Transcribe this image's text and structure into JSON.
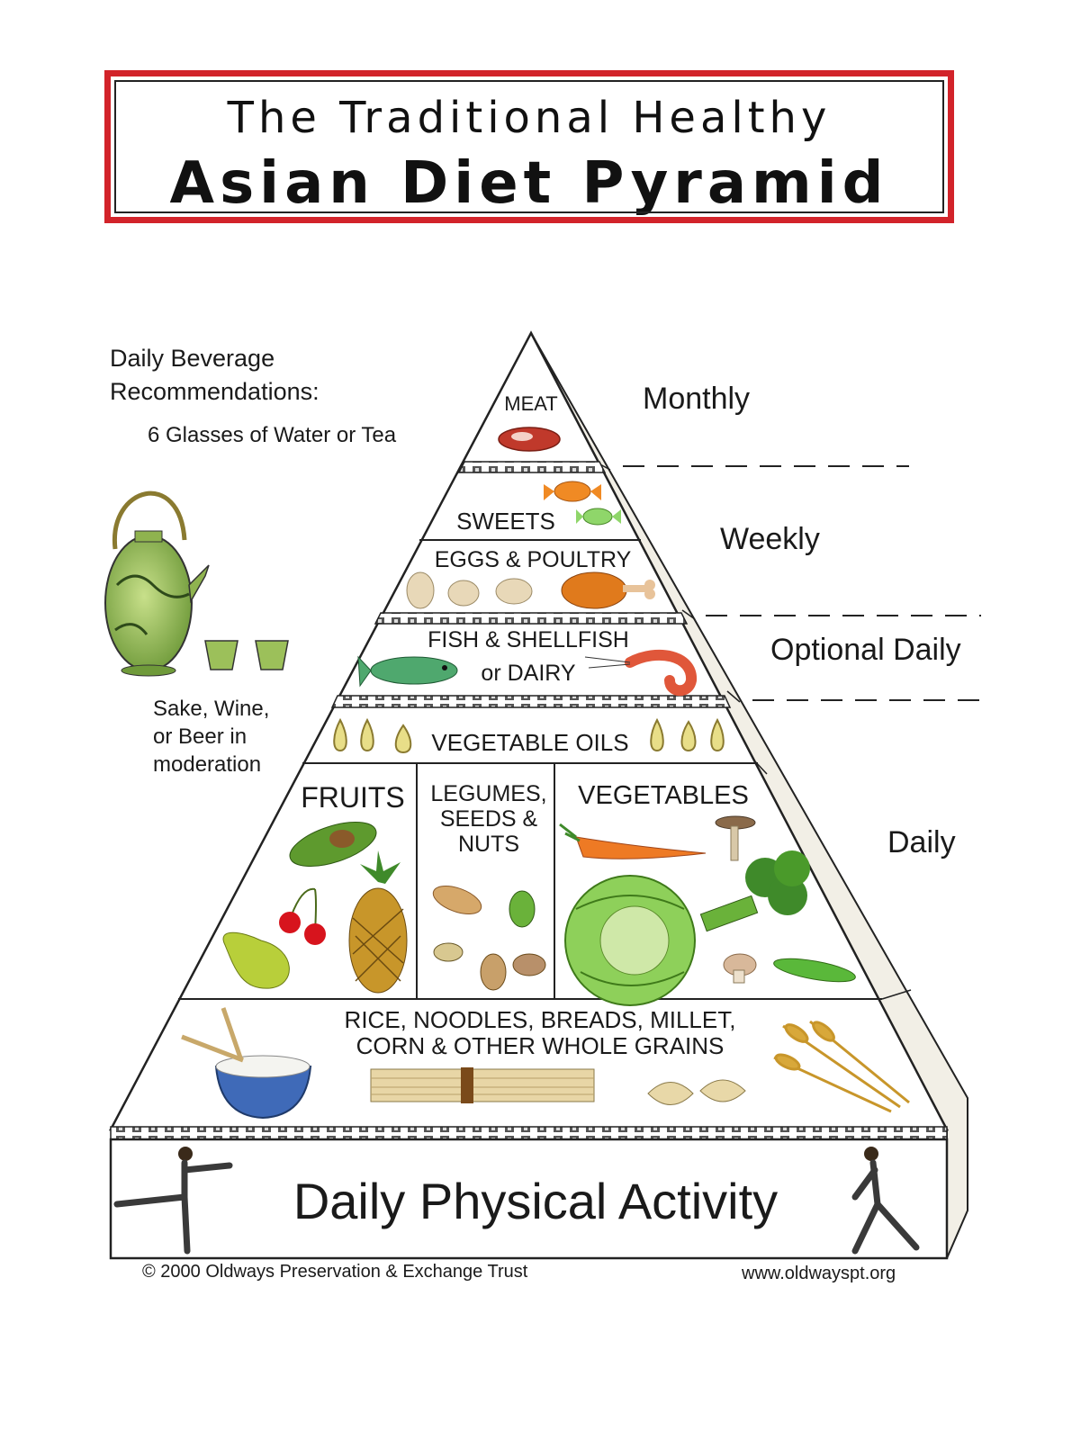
{
  "title": {
    "line1": "The Traditional Healthy",
    "line2": "Asian Diet Pyramid"
  },
  "beverage": {
    "heading_line1": "Daily Beverage",
    "heading_line2": "Recommendations:",
    "water": "6 Glasses of Water or Tea",
    "alcohol_line1": "Sake, Wine,",
    "alcohol_line2": "or Beer in",
    "alcohol_line3": "moderation"
  },
  "frequency": {
    "monthly": "Monthly",
    "weekly": "Weekly",
    "optional_daily": "Optional Daily",
    "daily": "Daily"
  },
  "tiers": {
    "meat": "MEAT",
    "sweets": "SWEETS",
    "eggs_poultry": "EGGS & POULTRY",
    "fish_line1": "FISH & SHELLFISH",
    "fish_line2": "or DAIRY",
    "oils": "VEGETABLE OILS",
    "fruits": "FRUITS",
    "legumes_line1": "LEGUMES,",
    "legumes_line2": "SEEDS &",
    "legumes_line3": "NUTS",
    "vegetables": "VEGETABLES",
    "grains_line1": "RICE, NOODLES, BREADS, MILLET,",
    "grains_line2": "CORN  & OTHER WHOLE GRAINS"
  },
  "activity": "Daily Physical Activity",
  "footer": {
    "copyright": "© 2000 Oldways Preservation & Exchange Trust",
    "url": "www.oldwayspt.org"
  },
  "colors": {
    "title_border": "#d2232a",
    "line": "#222222",
    "teapot": "#9cc05a"
  }
}
